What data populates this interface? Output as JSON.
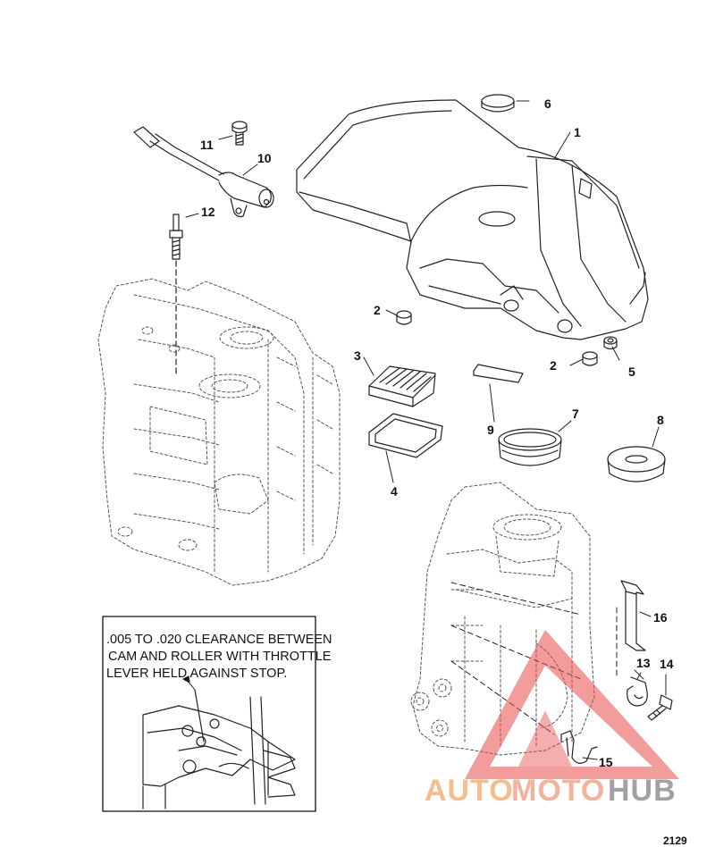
{
  "callouts": [
    "1",
    "2",
    "2",
    "3",
    "4",
    "5",
    "6",
    "7",
    "8",
    "9",
    "10",
    "11",
    "12",
    "13",
    "14",
    "15",
    "16"
  ],
  "note": {
    "lines": [
      ".005 TO .020 CLEARANCE BETWEEN",
      "CAM AND ROLLER WITH THROTTLE",
      "LEVER HELD AGAINST STOP."
    ]
  },
  "watermark": {
    "auto": "AUTO",
    "moto": "MOTO",
    "hub": "HUB",
    "colors": {
      "auto": "#f2b27a",
      "moto": "#f0a58a",
      "hub": "#8a8a8a",
      "triangle": "#e84a4a"
    }
  },
  "figure_number": "2129"
}
